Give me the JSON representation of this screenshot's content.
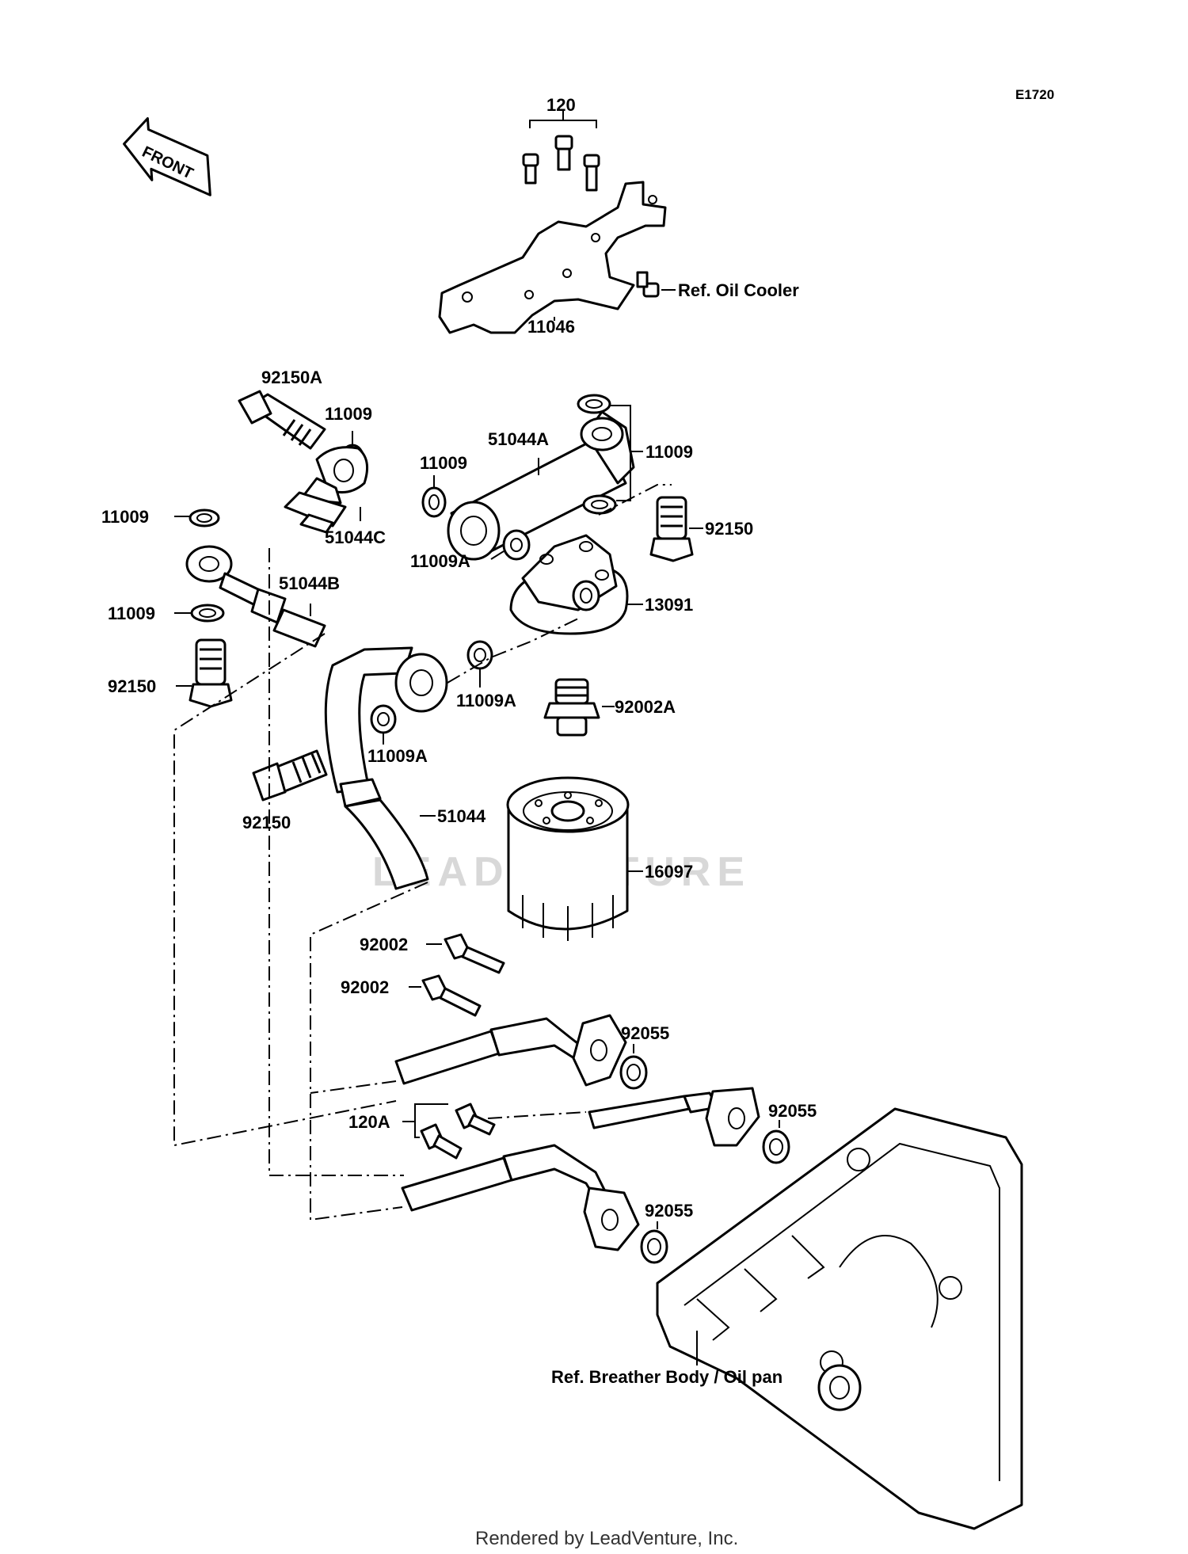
{
  "diagram_code": "E1720",
  "front_marker": "FRONT",
  "watermark": "LEADVENTURE",
  "footer": "Rendered by LeadVenture, Inc.",
  "refs": {
    "oil_cooler": "Ref. Oil Cooler",
    "breather_oil_pan": "Ref. Breather Body / Oil pan"
  },
  "parts": {
    "p120": "120",
    "p11046": "11046",
    "p92150A": "92150A",
    "p11009_a": "11009",
    "p11009_b": "11009",
    "p11009_c": "11009",
    "p11009_d": "11009",
    "p11009_e": "11009",
    "p51044A": "51044A",
    "p51044C": "51044C",
    "p51044B": "51044B",
    "p11009A_a": "11009A",
    "p11009A_b": "11009A",
    "p11009A_c": "11009A",
    "p92150_a": "92150",
    "p92150_b": "92150",
    "p92150_c": "92150",
    "p13091": "13091",
    "p92002A": "92002A",
    "p51044": "51044",
    "p16097": "16097",
    "p92002_a": "92002",
    "p92002_b": "92002",
    "p92055_a": "92055",
    "p92055_b": "92055",
    "p92055_c": "92055",
    "p120A": "120A"
  }
}
